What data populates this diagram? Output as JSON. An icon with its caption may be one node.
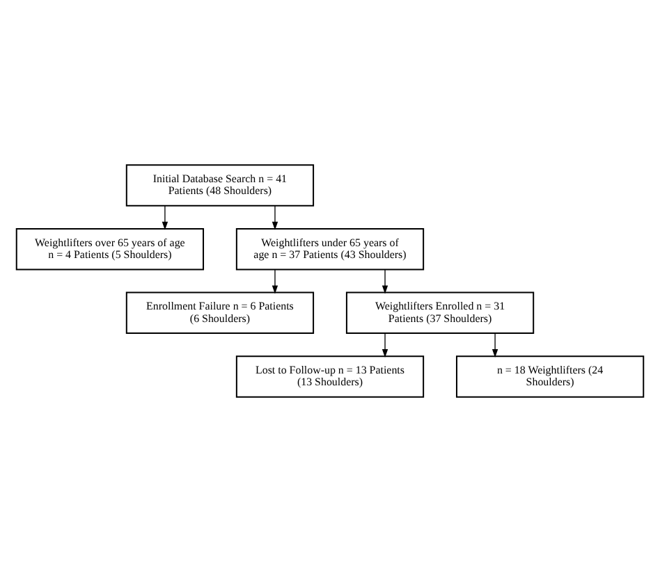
{
  "diagram": {
    "nodes": [
      {
        "text": [
          "Initial Database Search n = 41 Patients (48 Shoulders)"
        ]
      },
      {
        "text": [
          "Weightlifters over 65 years of age n = 4 Patients (5 Shoulders)"
        ]
      },
      {
        "text": [
          "Weightlifters under 65 years of age n = 37 Patients (43 Shoulders)"
        ]
      },
      {
        "text": [
          "Enrollment Failure n = 6 Patients (6 Shoulders)"
        ]
      },
      {
        "text": [
          "Weightlifters Enrolled n = 31 Patients (37 Shoulders)"
        ]
      },
      {
        "text": [
          "Lost to Follow-up n = 13 Patients (13 Shoulders)"
        ]
      },
      {
        "text": [
          "n = 18 Weightlifters (24 Shoulders)"
        ]
      }
    ],
    "edges": [
      {
        "from": 0,
        "to": 2,
        "arrow": "to"
      },
      {
        "from": 0,
        "to": 1,
        "arrow": "to"
      },
      {
        "from": 2,
        "to": 4,
        "arrow": "to"
      },
      {
        "from": 2,
        "to": 3,
        "arrow": "to"
      },
      {
        "from": 4,
        "to": 6,
        "arrow": "to"
      },
      {
        "from": 4,
        "to": 5,
        "arrow": "to"
      }
    ]
  }
}
